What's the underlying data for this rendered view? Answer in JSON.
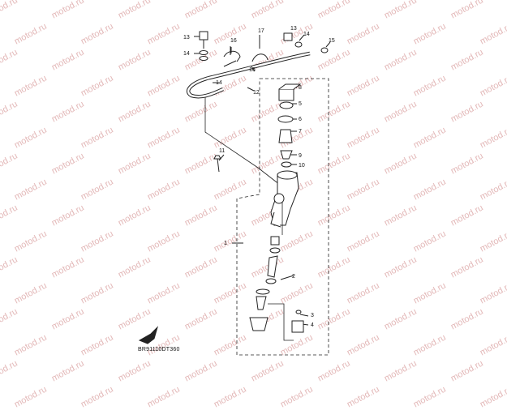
{
  "watermark": "motod.ru",
  "diagram_code": "BR91110DT360",
  "callouts": [
    "1",
    "2",
    "3",
    "4",
    "5",
    "6",
    "7",
    "8",
    "9",
    "10",
    "11",
    "12",
    "13",
    "13",
    "14",
    "14",
    "14",
    "15",
    "16",
    "16",
    "17"
  ]
}
